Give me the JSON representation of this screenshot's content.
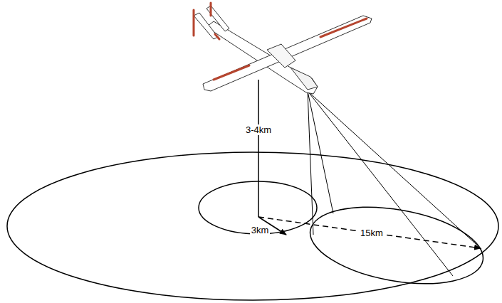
{
  "diagram": {
    "labels": [
      "3-4km",
      "3km",
      "15km"
    ]
  }
}
